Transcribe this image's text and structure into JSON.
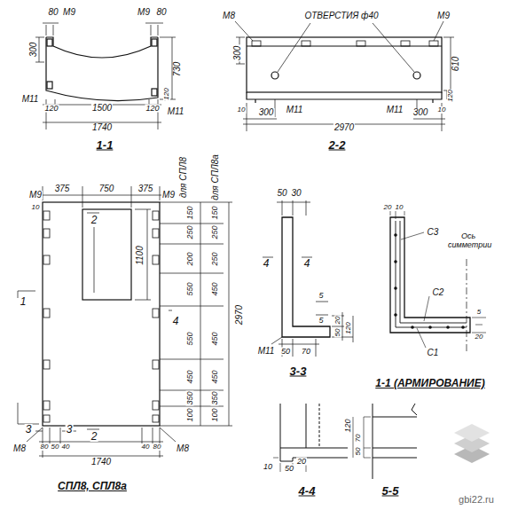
{
  "diagram": {
    "labels": [
      "80",
      "M9",
      "M9",
      "80",
      "300",
      "120",
      "730",
      "M11",
      "120",
      "1500",
      "120",
      "M11",
      "1740",
      "1-1",
      "M8",
      "ОТВЕРСТИЯ ф40",
      "M9",
      "300",
      "610",
      "120",
      "10",
      "300",
      "M11",
      "M11",
      "300",
      "10",
      "2970",
      "2-2",
      "375",
      "750",
      "375",
      "M9",
      "10",
      "2",
      "1100",
      "M9",
      "для СПЛ8",
      "для СПЛ8а",
      "150",
      "250",
      "200",
      "550",
      "550",
      "450",
      "350",
      "100",
      "150",
      "250",
      "250",
      "450",
      "450",
      "450",
      "350",
      "100",
      "2970",
      "1",
      "4",
      "3",
      "3",
      "2",
      "M8",
      "80",
      "50",
      "40",
      "1740",
      "40",
      "80",
      "M8",
      "СПЛ8, СПЛ8а",
      "50",
      "30",
      "4",
      "4",
      "5",
      "5",
      "20",
      "50",
      "120",
      "M11",
      "50",
      "70",
      "3-3",
      "20",
      "10",
      "С3",
      "Ось симметрии",
      "С2",
      "5",
      "С1",
      "20",
      "1-1 (АРМИРОВАНИЕ)",
      "10",
      "50",
      "20",
      "4-4",
      "120",
      "70",
      "50",
      "5-5",
      "gbi22.ru"
    ]
  }
}
